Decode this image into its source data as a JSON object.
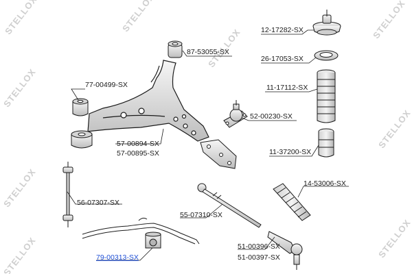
{
  "watermark": {
    "text": "STELLOX"
  },
  "labels": {
    "p12_17282": "12-17282-SX",
    "p26_17053": "26-17053-SX",
    "p11_17112": "11-17112-SX",
    "p52_00230": "52-00230-SX",
    "p11_37200": "11-37200-SX",
    "p87_53055": "87-53055-SX",
    "p77_00499": "77-00499-SX",
    "p57_00894": "57-00894-SX",
    "p57_00895": "57-00895-SX",
    "p56_07307": "56-07307-SX",
    "p55_07310": "55-07310-SX",
    "p14_53006": "14-53006-SX",
    "p51_00396": "51-00396-SX",
    "p51_00397": "51-00397-SX",
    "p79_00313": "79-00313-SX"
  },
  "colors": {
    "line": "#1a1a1a",
    "link": "#1f4fd6",
    "part_fill": "#e2e2e2",
    "part_dark": "#b8b8b8",
    "watermark": "#cfcfcf"
  }
}
